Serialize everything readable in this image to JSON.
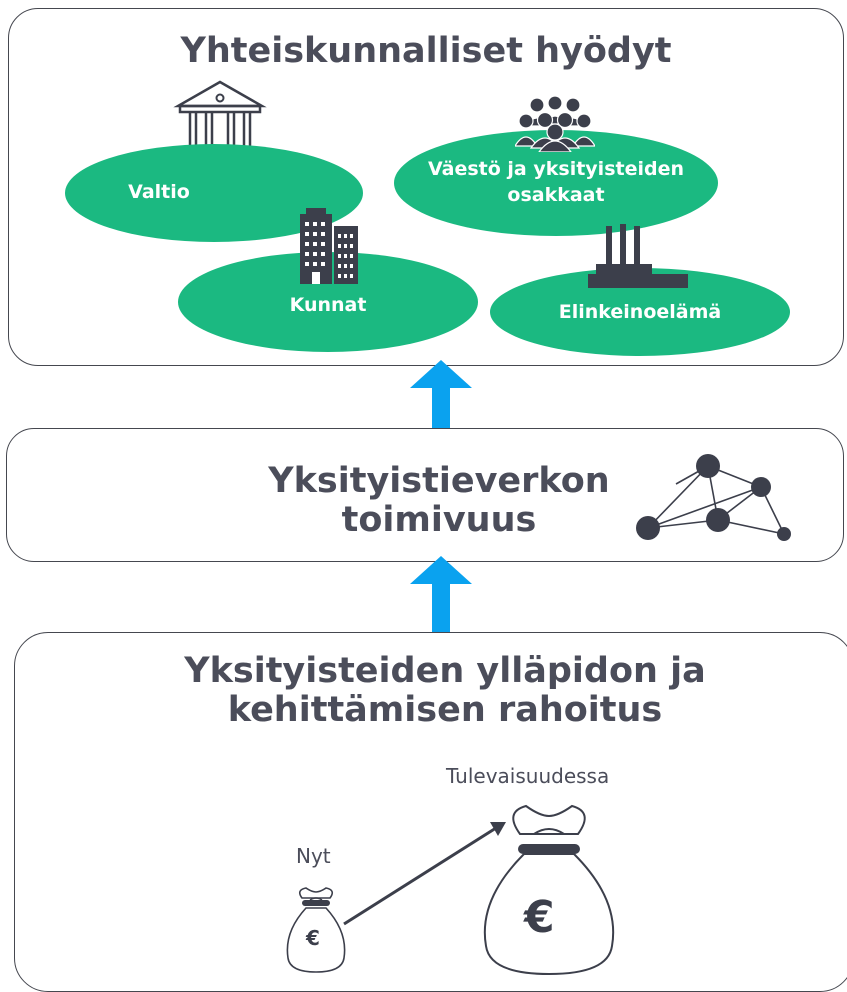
{
  "top_panel": {
    "title": "Yhteiskunnalliset hyödyt",
    "beneficiaries": [
      {
        "label": "Valtio",
        "icon": "government-building-icon"
      },
      {
        "label": "Väestö ja yksityisteiden osakkaat",
        "icon": "people-group-icon"
      },
      {
        "label": "Kunnat",
        "icon": "office-buildings-icon"
      },
      {
        "label": "Elinkeinoelämä",
        "icon": "factory-icon"
      }
    ]
  },
  "middle_panel": {
    "title": "Yksityistieverkon toimivuus",
    "icon": "network-icon"
  },
  "bottom_panel": {
    "title": "Yksityisteiden ylläpidon ja kehittämisen rahoitus",
    "now_label": "Nyt",
    "future_label": "Tulevaisuudessa",
    "currency_symbol": "€",
    "icon": "money-bag-icon"
  },
  "colors": {
    "green": "#1bb981",
    "arrow_blue": "#0aa2ef",
    "dark": "#3c3f4b"
  }
}
